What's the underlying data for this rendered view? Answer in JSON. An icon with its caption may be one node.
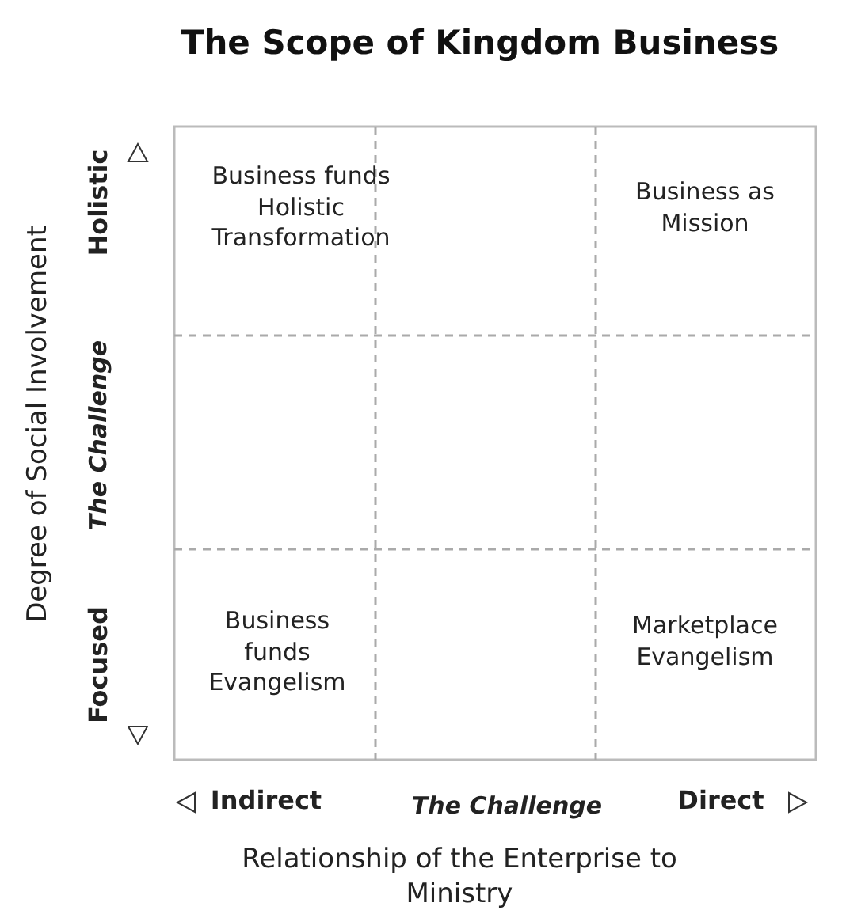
{
  "diagram": {
    "title": "The Scope of Kingdom Business",
    "labels": [
      "Holistic",
      "Business funds Holistic Transformation",
      "Business as Mission",
      "Degree of Social Involvement",
      "The Challenge",
      "Focused",
      "Business funds Evangelism",
      "Marketplace Evangelism",
      "Indirect",
      "The Challenge",
      "Direct",
      "Relationship of the Enterprise to Ministry"
    ]
  }
}
